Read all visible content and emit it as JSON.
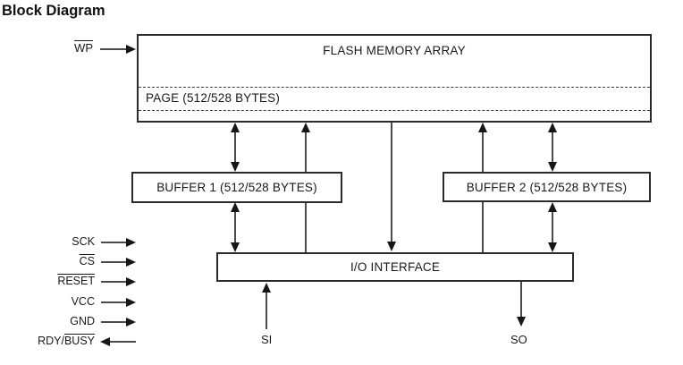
{
  "title": "Block Diagram",
  "colors": {
    "background": "#ffffff",
    "line": "#4a4a4a",
    "arrowhead": "#161616",
    "box_border": "#2b2b2b",
    "text": "#1a1a1a"
  },
  "blocks": {
    "flash": {
      "label": "FLASH MEMORY ARRAY",
      "page_label": "PAGE (512/528 BYTES)"
    },
    "buffer1": {
      "label": "BUFFER 1 (512/528 BYTES)"
    },
    "buffer2": {
      "label": "BUFFER 2 (512/528 BYTES)"
    },
    "io": {
      "label": "I/O INTERFACE"
    }
  },
  "signals": {
    "wp": {
      "prefix": "",
      "overlined": "WP",
      "direction": "input"
    },
    "left": [
      {
        "prefix": "SCK",
        "overlined": "",
        "direction": "input"
      },
      {
        "prefix": "",
        "overlined": "CS",
        "direction": "input"
      },
      {
        "prefix": "",
        "overlined": "RESET",
        "direction": "input"
      },
      {
        "prefix": "VCC",
        "overlined": "",
        "direction": "input"
      },
      {
        "prefix": "GND",
        "overlined": "",
        "direction": "input"
      },
      {
        "prefix": "RDY/",
        "overlined": "BUSY",
        "direction": "output"
      }
    ],
    "bottom": [
      {
        "label": "SI",
        "direction": "input"
      },
      {
        "label": "SO",
        "direction": "output"
      }
    ]
  }
}
